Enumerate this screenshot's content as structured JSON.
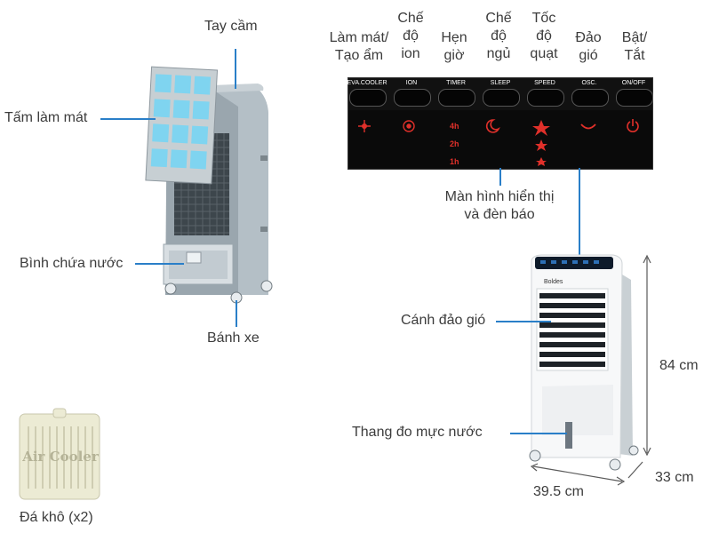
{
  "labels": {
    "handle": "Tay cầm",
    "cooling_pad": "Tấm làm mát",
    "water_tank": "Bình chứa nước",
    "wheels": "Bánh xe",
    "ice_packs": "Đá khô (x2)",
    "ice_pack_text": "Air Cooler",
    "display": "Màn hình hiển thị",
    "display_2": "và đèn báo",
    "louver": "Cánh đảo gió",
    "water_gauge": "Thang đo mực nước",
    "height": "84 cm",
    "width": "39.5 cm",
    "depth": "33 cm",
    "brand": "Boldes"
  },
  "functions": [
    {
      "line1": "Làm mát/",
      "line2": "Tạo ẩm",
      "button": "EVA.COOLER"
    },
    {
      "line1": "Chế",
      "line2": "độ",
      "line3": "ion",
      "button": "ION"
    },
    {
      "line1": "Hẹn",
      "line2": "giờ",
      "button": "TIMER"
    },
    {
      "line1": "Chế",
      "line2": "độ",
      "line3": "ngủ",
      "button": "SLEEP"
    },
    {
      "line1": "Tốc",
      "line2": "độ",
      "line3": "quạt",
      "button": "SPEED"
    },
    {
      "line1": "Đảo",
      "line2": "gió",
      "button": "OSC."
    },
    {
      "line1": "Bật/",
      "line2": "Tắt",
      "button": "ON/OFF"
    }
  ],
  "indicators": {
    "timer": [
      "4h",
      "2h",
      "1h"
    ],
    "color": "#e0302a"
  },
  "colors": {
    "accent_line": "#2a7fc8",
    "panel": "#0a0a0a",
    "pad": "#7fd4f0",
    "body_grey": "#9aa6ae"
  }
}
